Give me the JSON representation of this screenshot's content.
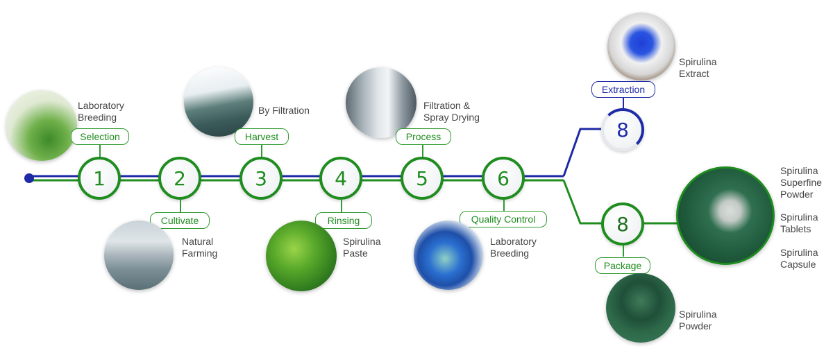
{
  "colors": {
    "green": "#1e8c1e",
    "blue": "#1e2aa6"
  },
  "steps": [
    {
      "number": "1",
      "label": "Selection",
      "caption": [
        "Laboratory",
        "Breeding"
      ]
    },
    {
      "number": "2",
      "label": "Cultivate",
      "caption": [
        "Natural",
        "Farming"
      ]
    },
    {
      "number": "3",
      "label": "Harvest",
      "caption": [
        "By Filtration"
      ]
    },
    {
      "number": "4",
      "label": "Rinsing",
      "caption": [
        "Spirulina",
        "Paste"
      ]
    },
    {
      "number": "5",
      "label": "Process",
      "caption": [
        "Filtration &",
        "Spray Drying"
      ]
    },
    {
      "number": "6",
      "label": "Quality Control",
      "caption": [
        "Laboratory",
        "Breeding"
      ]
    }
  ],
  "branches": {
    "extraction": {
      "number": "8",
      "label": "Extraction",
      "caption": [
        "Spirulina",
        "Extract"
      ]
    },
    "package": {
      "number": "8",
      "label": "Package",
      "caption": [
        "Spirulina",
        "Powder"
      ],
      "products": [
        "Spirulina Superfine Powder",
        "Spirulina Tablets",
        "Spirulina Capsule"
      ],
      "product_lines": [
        [
          "Spirulina",
          "Superfine",
          "Powder"
        ],
        [
          "Spirulina",
          "Tablets"
        ],
        [
          "Spirulina",
          "Capsule"
        ]
      ]
    }
  }
}
